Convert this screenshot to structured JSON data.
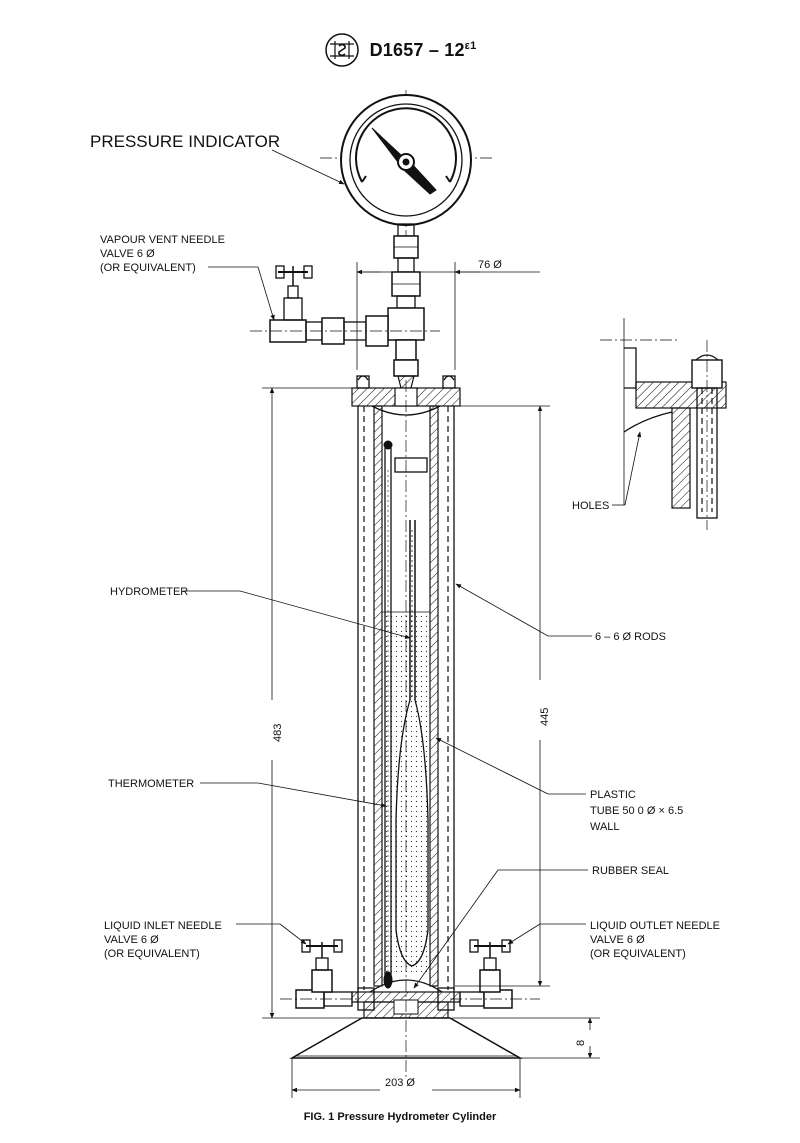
{
  "header": {
    "logo_name": "astm-logo",
    "logo_text": "ASTM",
    "standard": "D1657 – 12",
    "superscript": "ε1"
  },
  "labels": {
    "pressure_indicator": "PRESSURE INDICATOR",
    "vapour_vent_1": "VAPOUR VENT NEEDLE",
    "vapour_vent_2": "VALVE 6 Ø",
    "vapour_vent_3": "(OR EQUIVALENT)",
    "dim_76": "76 Ø",
    "holes": "HOLES",
    "hydrometer": "HYDROMETER",
    "rods": "6 – 6 Ø RODS",
    "dim_483": "483",
    "dim_445": "445",
    "thermometer": "THERMOMETER",
    "plastic_1": "PLASTIC",
    "plastic_2": "TUBE 50 0 Ø × 6.5",
    "plastic_3": "WALL",
    "rubber_seal": "RUBBER SEAL",
    "inlet_1": "LIQUID INLET NEEDLE",
    "inlet_2": "VALVE 6 Ø",
    "inlet_3": "(OR EQUIVALENT)",
    "outlet_1": "LIQUID OUTLET NEEDLE",
    "outlet_2": "VALVE 6 Ø",
    "outlet_3": "(OR EQUIVALENT)",
    "dim_8": "8",
    "dim_203": "203 Ø"
  },
  "caption": "FIG. 1 Pressure Hydrometer Cylinder"
}
